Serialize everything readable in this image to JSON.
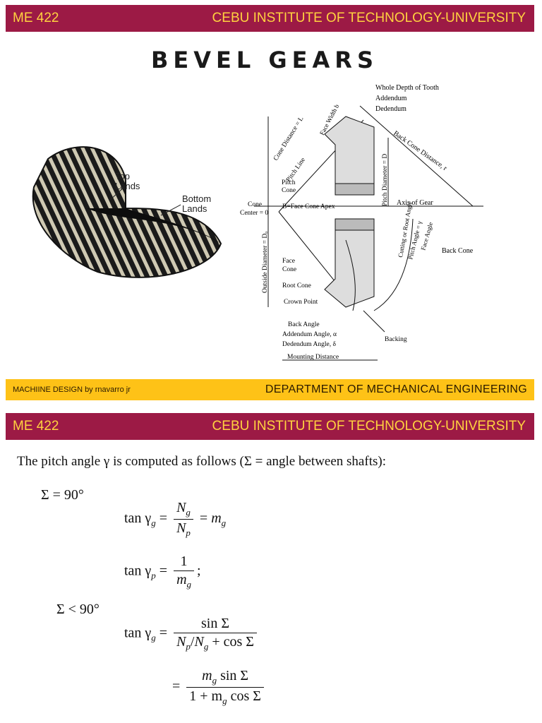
{
  "slide1": {
    "header": {
      "course": "ME 422",
      "institution": "CEBU INSTITUTE OF TECHNOLOGY-UNIVERSITY"
    },
    "title": "BEVEL GEARS",
    "photo_labels": {
      "top": "Top\nLands",
      "bottom": "Bottom\nLands"
    },
    "diagram_labels": {
      "whole_depth": "Whole Depth of Tooth",
      "addendum": "Addendum",
      "dedendum": "Dedendum",
      "cone_distance": "Cone Distance = L",
      "face_width": "Face Width b",
      "back_cone_distance": "Back Cone Distance, r",
      "pitch_line": "Pitch Line",
      "pitch_diameter": "Pitch Diameter = D",
      "pitch_cone": "Pitch\nCone",
      "cone_center": "Cone\nCenter = 0",
      "face_cone_apex": "B=Face Cone Apex",
      "axis_of_gear": "Axis of Gear",
      "cutting_root_angle": "Cutting or Root Angle",
      "pitch_angle": "Pitch Angle = γ",
      "face_angle": "Face Angle",
      "back_cone": "Back Cone",
      "outside_diameter": "Outside Diameter = Dₒ",
      "face_cone": "Face\nCone",
      "root_cone": "Root Cone",
      "crown_point": "Crown Point",
      "back_angle": "Back Angle",
      "addendum_angle": "Addendum Angle, α",
      "dedendum_angle": "Dedendum Angle, δ",
      "backing": "Backing",
      "mounting_distance": "Mounting Distance"
    },
    "footer": {
      "left": "MACHIINE DESIGN by rnavarro jr",
      "right": "DEPARTMENT OF MECHANICAL  ENGINEERING"
    }
  },
  "slide2": {
    "header": {
      "course": "ME 422",
      "institution": "CEBU INSTITUTE OF TECHNOLOGY-UNIVERSITY"
    },
    "intro": "The pitch angle γ is computed as follows (Σ = angle between shafts):",
    "case1": "Σ = 90°",
    "case2": "Σ < 90°",
    "eq": {
      "tan_gg": "tan γ",
      "tan_gp": "tan γ",
      "eq_sign": "=",
      "Ng": "N",
      "Np": "N",
      "mg": "m",
      "one": "1",
      "semi": ";",
      "sin_sigma": "sin Σ",
      "den2": "N",
      "cos_part": "+ cos Σ",
      "mg_sin": "sin Σ",
      "den3": "1 + m",
      "den3b": "cos Σ"
    }
  }
}
